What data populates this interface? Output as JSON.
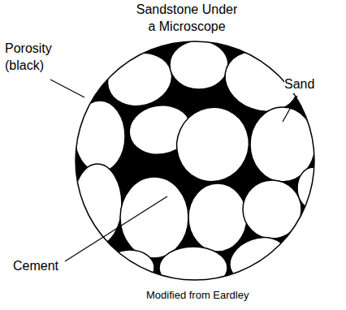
{
  "diagram": {
    "title": "Sandstone Under a Microscope",
    "caption": "Modified from Eardley",
    "labels": [
      "Porosity (black)",
      "Sand",
      "Cement"
    ]
  }
}
